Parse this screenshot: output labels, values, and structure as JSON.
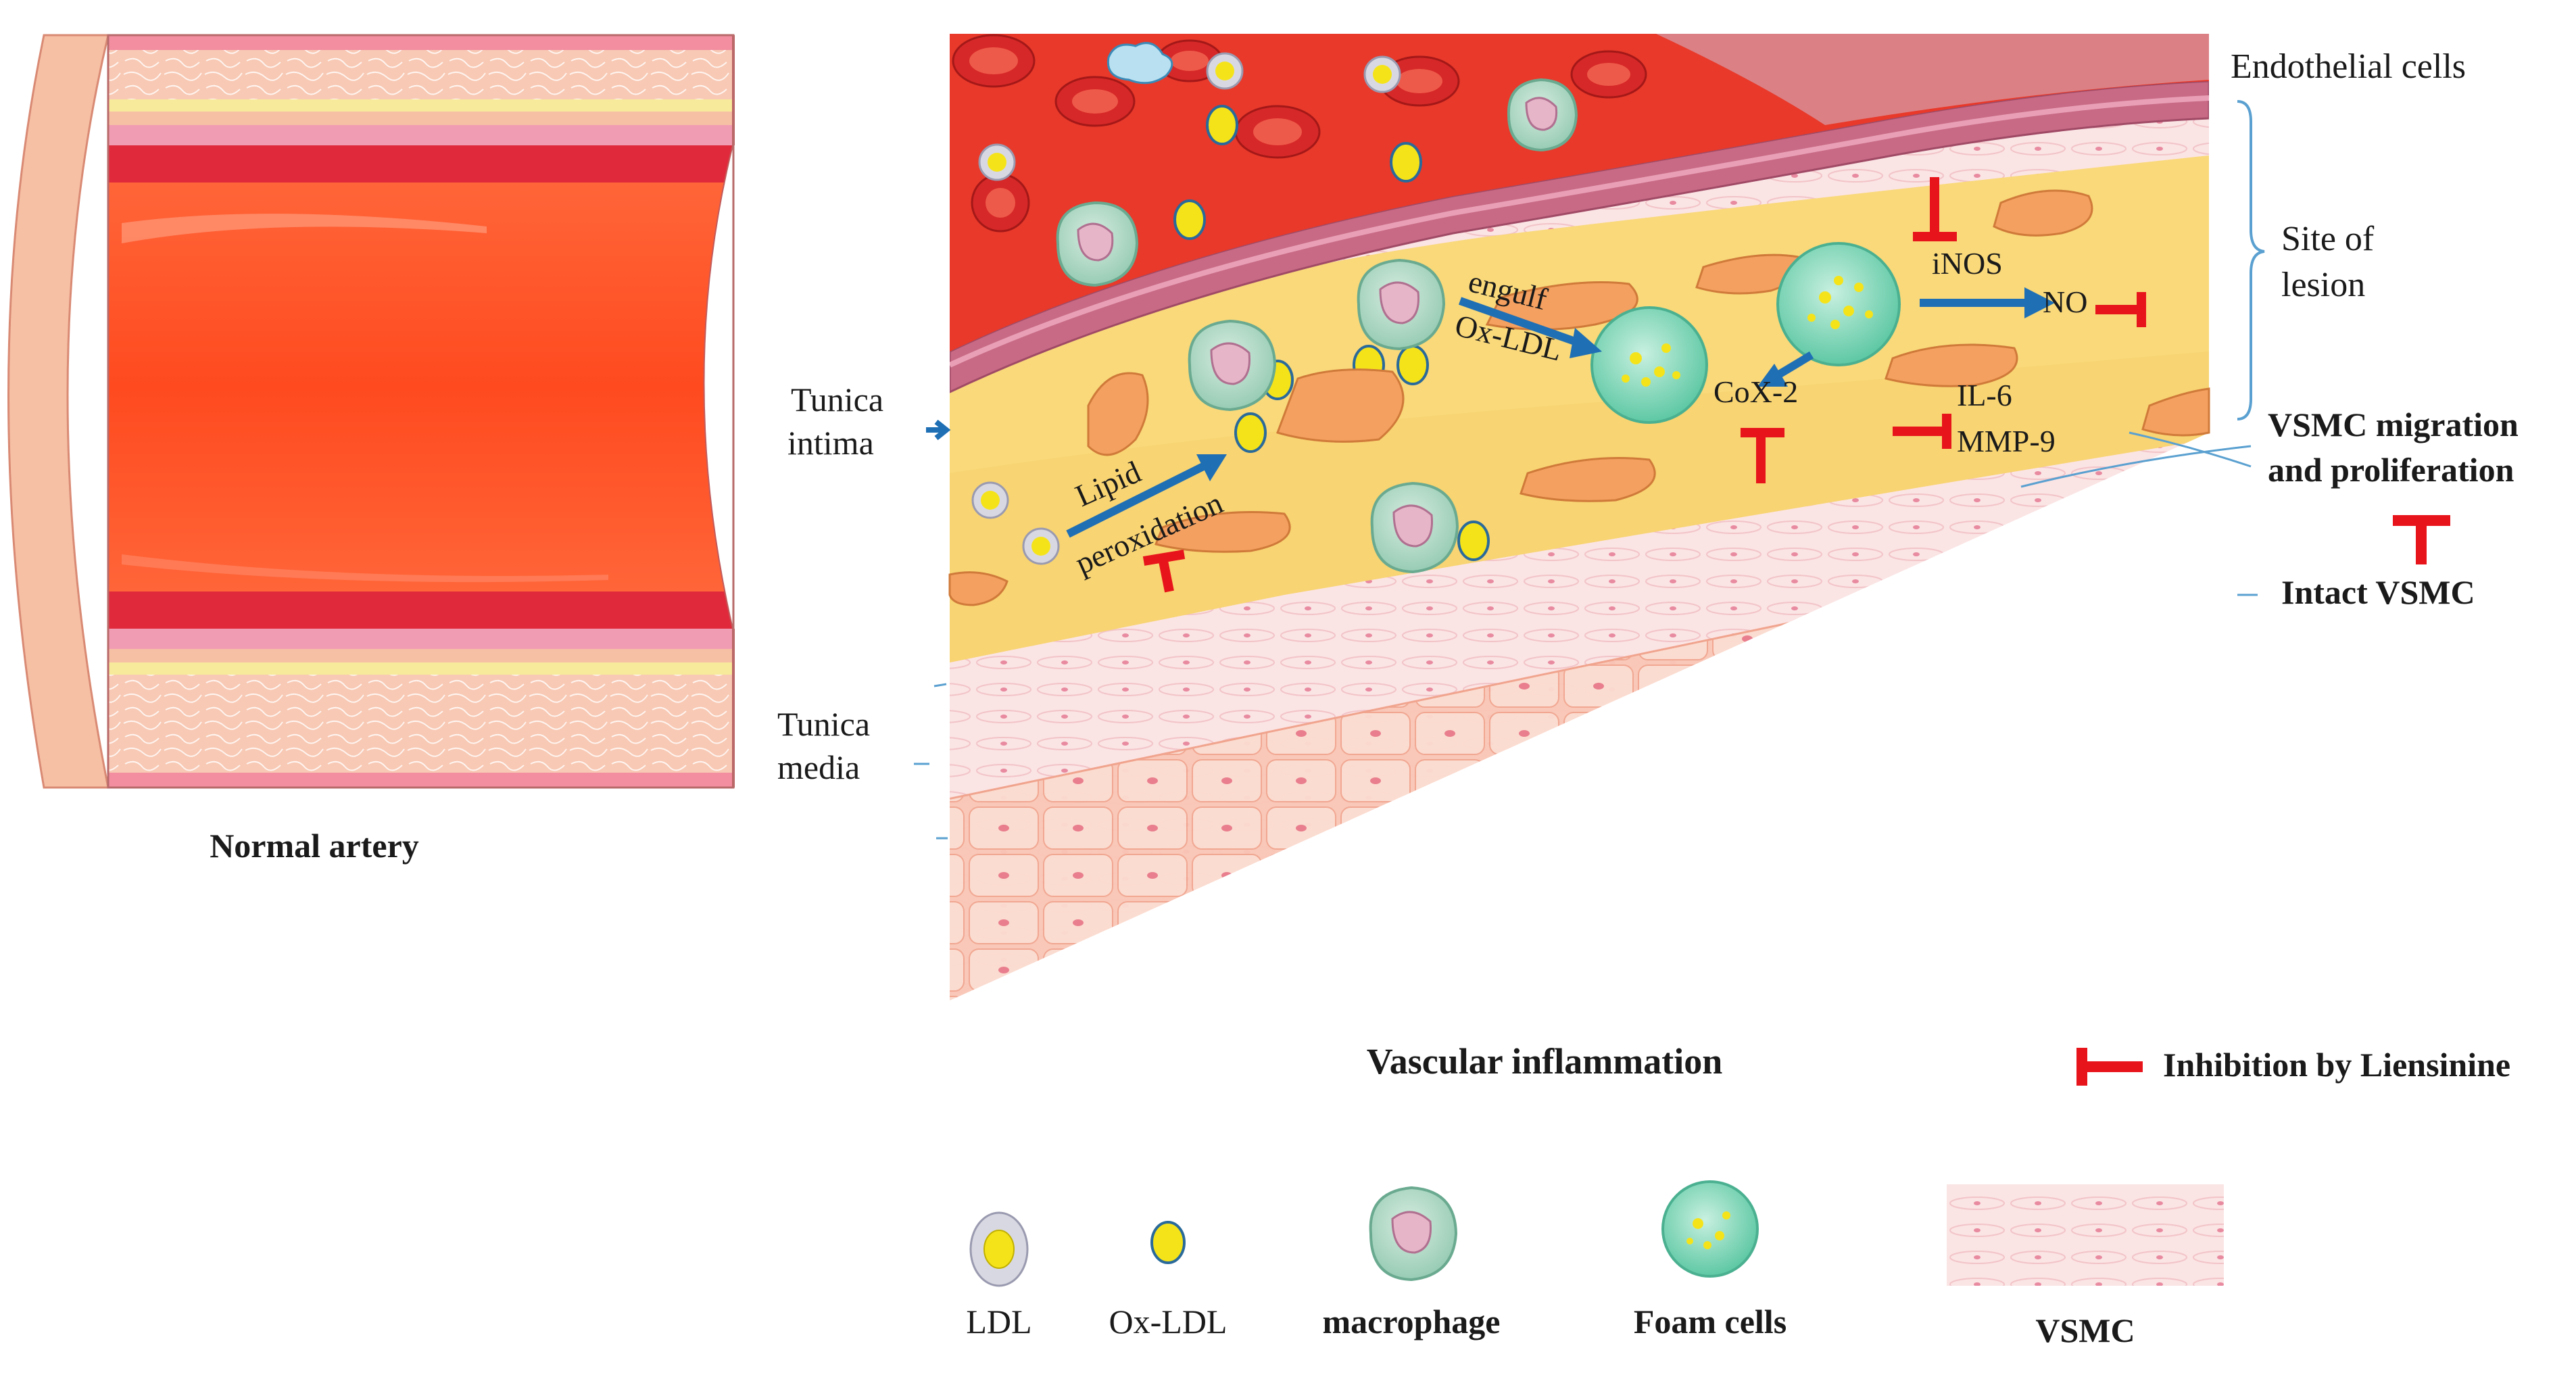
{
  "labels": {
    "normal_artery": "Normal artery",
    "vascular_inflammation": "Vascular inflammation",
    "tunica_intima_1": "Tunica",
    "tunica_intima_2": "intima",
    "tunica_media_1": "Tunica",
    "tunica_media_2": "media",
    "endothelial_cells": "Endothelial cells",
    "site_of_lesion_1": "Site of",
    "site_of_lesion_2": "lesion",
    "vsmc_migration_1": "VSMC migration",
    "vsmc_migration_2": "and proliferation",
    "intact_vsmc": "Intact VSMC",
    "inhibition": "Inhibition by Liensinine",
    "engulf_1": "engulf",
    "engulf_2": "Ox-LDL",
    "lipid_1": "Lipid",
    "lipid_2": "peroxidation",
    "inos": "iNOS",
    "no": "NO",
    "cox2": "CoX-2",
    "il6": "IL-6",
    "mmp9": "MMP-9"
  },
  "legend": {
    "ldl": "LDL",
    "oxldl": "Ox-LDL",
    "macrophage": "macrophage",
    "foam_cells": "Foam cells",
    "vsmc": "VSMC"
  },
  "colors": {
    "inhibition_red": "#e8141b",
    "arrow_blue": "#1f6fb5",
    "blood_red": "#e83a2a",
    "plaque_yellow": "#f9d97a",
    "vsmc_pink": "#f7dcdc",
    "media_salmon": "#f7b5a0",
    "ldl_yellow": "#f5e31a",
    "macrophage_green": "#a8d8c0",
    "foam_green": "#6fd0b0"
  }
}
